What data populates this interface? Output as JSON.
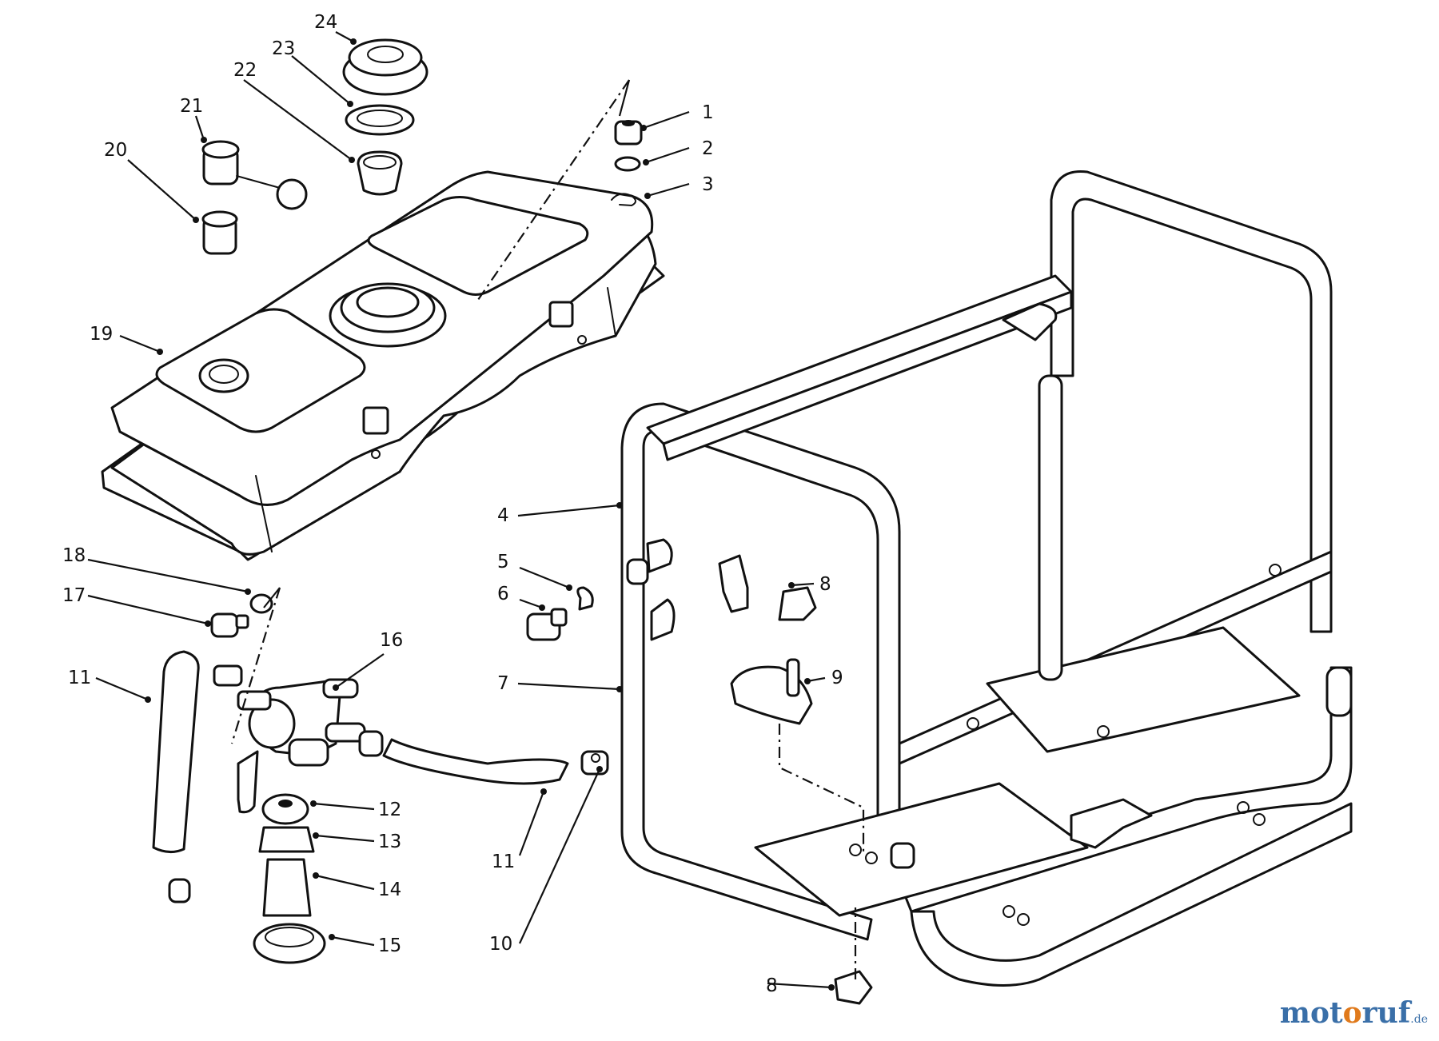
{
  "callouts": [
    {
      "id": "c1",
      "label": "1"
    },
    {
      "id": "c2",
      "label": "2"
    },
    {
      "id": "c3",
      "label": "3"
    },
    {
      "id": "c4",
      "label": "4"
    },
    {
      "id": "c5",
      "label": "5"
    },
    {
      "id": "c6",
      "label": "6"
    },
    {
      "id": "c7",
      "label": "7"
    },
    {
      "id": "c8a",
      "label": "8"
    },
    {
      "id": "c8b",
      "label": "8"
    },
    {
      "id": "c9",
      "label": "9"
    },
    {
      "id": "c10",
      "label": "10"
    },
    {
      "id": "c11a",
      "label": "11"
    },
    {
      "id": "c11b",
      "label": "11"
    },
    {
      "id": "c12",
      "label": "12"
    },
    {
      "id": "c13",
      "label": "13"
    },
    {
      "id": "c14",
      "label": "14"
    },
    {
      "id": "c15",
      "label": "15"
    },
    {
      "id": "c16",
      "label": "16"
    },
    {
      "id": "c17",
      "label": "17"
    },
    {
      "id": "c18",
      "label": "18"
    },
    {
      "id": "c19",
      "label": "19"
    },
    {
      "id": "c20",
      "label": "20"
    },
    {
      "id": "c21",
      "label": "21"
    },
    {
      "id": "c22",
      "label": "22"
    },
    {
      "id": "c23",
      "label": "23"
    },
    {
      "id": "c24",
      "label": "24"
    }
  ],
  "watermark": {
    "text_a": "mot",
    "text_o": "o",
    "text_b": "ruf",
    "tld": ".de"
  }
}
